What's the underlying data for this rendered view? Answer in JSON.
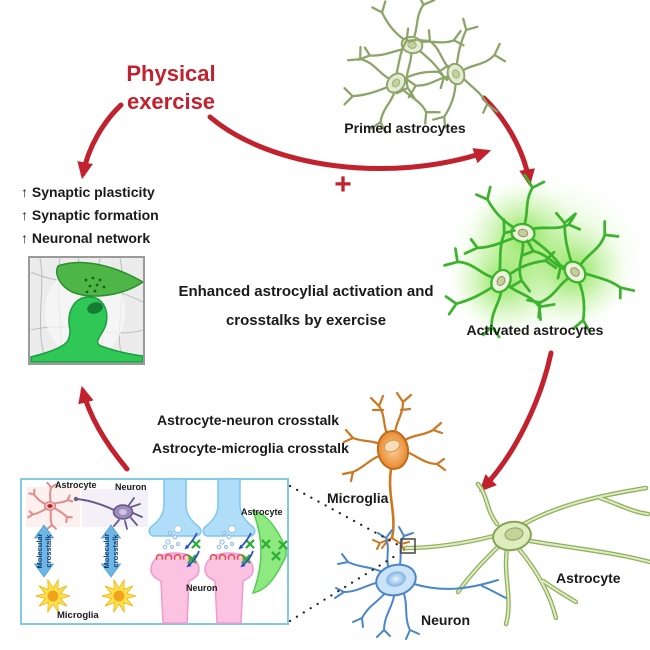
{
  "colors": {
    "accent_red": "#c2222e",
    "text_black": "#1a1a1a",
    "primed_green": "#8da469",
    "activated_green": "#3cb32c",
    "inset_border_blue": "#82cbe2",
    "synapse_blue": "#aedcf7",
    "synapse_pink": "#fbc2e2",
    "microglia_yellow": "#ffe14d",
    "microglia_orange": "#e8892f",
    "neuron_blue": "#4a86c8"
  },
  "header": {
    "line1": "Physical",
    "line2": "exercise"
  },
  "plus_sign": "+",
  "primed_label": "Primed astrocytes",
  "activated_label": "Activated astrocytes",
  "effects": [
    "↑ Synaptic plasticity",
    "↑ Synaptic formation",
    "↑ Neuronal network"
  ],
  "center_text": {
    "line1": "Enhanced astrocylial activation and",
    "line2": "crosstalks by exercise"
  },
  "crosstalks": {
    "line1": "Astrocyte-neuron crosstalk",
    "line2": "Astrocyte-microglia crosstalk"
  },
  "inset": {
    "astrocyte": "Astrocyte",
    "neuron": "Neuron",
    "microglia": "Microglia",
    "molecular_crosstalk": "Molecular crosstalk",
    "synapse_astrocyte": "Astrocyte",
    "synapse_neuron": "Neuron"
  },
  "cells": {
    "microglia": "Microglia",
    "neuron": "Neuron",
    "astrocyte": "Astrocyte"
  }
}
